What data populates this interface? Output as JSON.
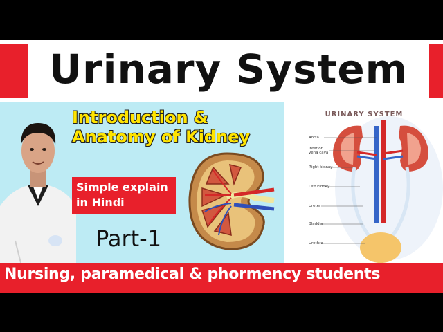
{
  "title": "Urinary System",
  "subtitle_line1": "Introduction &",
  "subtitle_line2": "Anatomy of Kidney",
  "hindi_line1": "Simple explain",
  "hindi_line2": "in Hindi",
  "part": "Part-1",
  "audience": "Nursing, paramedical & phormency students",
  "diagram": {
    "title": "URINARY SYSTEM",
    "labels": {
      "aorta": "Aorta",
      "ivc_1": "Inferior",
      "ivc_2": "vena cava",
      "right_kidney": "Right kidney",
      "left_kidney": "Left kidney",
      "ureter": "Ureter",
      "bladder": "Bladder",
      "urethra": "Urethra"
    }
  },
  "colors": {
    "red": "#e8202b",
    "yellow": "#ffe400",
    "cyan": "#bdebf4"
  },
  "icons": [
    "person-photo",
    "kidney-cross-section-illustration",
    "urinary-system-diagram"
  ]
}
